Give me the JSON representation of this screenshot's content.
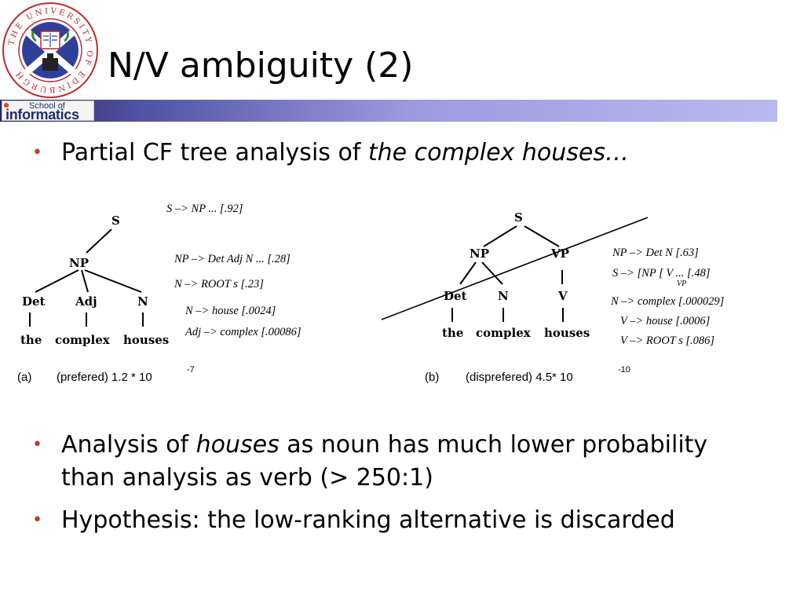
{
  "header": {
    "title": "N/V ambiguity (2)",
    "school_line": "School of",
    "school_name": "informatics",
    "seal_text": "THE UNIVERSITY OF EDINBURGH"
  },
  "bullets": {
    "b1_prefix": "Partial CF tree analysis of ",
    "b1_italic": "the complex houses…",
    "b2_prefix": "Analysis of ",
    "b2_italic": "houses",
    "b2_suffix": " as noun has much lower probability than analysis as verb (> 250:1)",
    "b3_text": "Hypothesis: the low-ranking alternative is discarded"
  },
  "tree_a": {
    "nodes": {
      "s": "S",
      "np": "NP",
      "det": "Det",
      "adj": "Adj",
      "n": "N"
    },
    "words": {
      "the": "the",
      "complex": "complex",
      "houses": "houses"
    },
    "rules": [
      "S –> NP ... [.92]",
      "NP –> Det Adj N ... [.28]",
      "N –> ROOT s [.23]",
      "N –> house [.0024]",
      "Adj –> complex [.00086]"
    ],
    "caption_label": "(a)",
    "caption_text": "(prefered) 1.2 * 10",
    "caption_exp": "-7"
  },
  "tree_b": {
    "nodes": {
      "s": "S",
      "np": "NP",
      "vp": "VP",
      "det": "Det",
      "n": "N",
      "v": "V"
    },
    "words": {
      "the": "the",
      "complex": "complex",
      "houses": "houses"
    },
    "rules": [
      "NP –> Det  N [.63]",
      "S –> [NP [ V ... [.48]",
      "N –> complex [.000029]",
      "V –> house [.0006]",
      "V –> ROOT s [.086]"
    ],
    "rule_sub": "VP",
    "caption_label": "(b)",
    "caption_text": "(disprefered) 4.5* 10",
    "caption_exp": "-10"
  },
  "colors": {
    "bullet": "#c0392b",
    "bar_dark": "#26265e",
    "bar_light": "#b9b9f0",
    "seal_red": "#c0282d"
  }
}
